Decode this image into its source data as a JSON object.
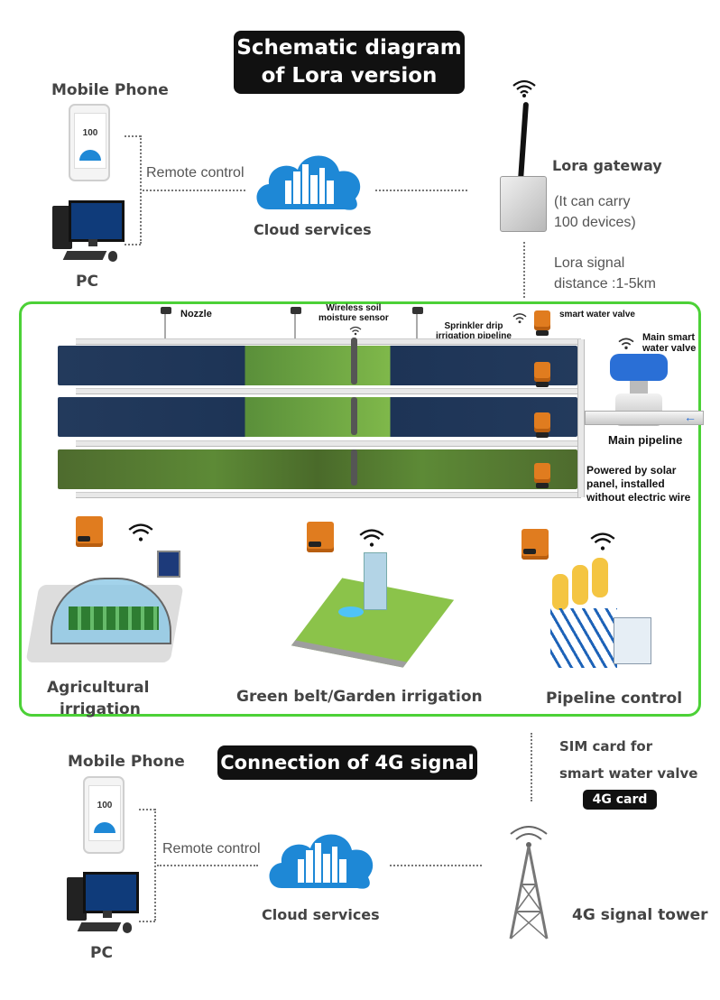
{
  "top": {
    "title_line1": "Schematic diagram",
    "title_line2": "of Lora version",
    "mobile_label": "Mobile Phone",
    "pc_label": "PC",
    "remote_control": "Remote control",
    "cloud_label": "Cloud services",
    "phone_screen_value": "100",
    "gateway_title": "Lora gateway",
    "gateway_note_line1": "(It can carry",
    "gateway_note_line2": "100 devices)",
    "signal_line1": "Lora signal",
    "signal_line2": "distance :1-5km"
  },
  "field": {
    "nozzle": "Nozzle",
    "sensor_line1": "Wireless soil",
    "sensor_line2": "moisture sensor",
    "pipeline_line1": "Sprinkler drip",
    "pipeline_line2": "irrigation pipeline",
    "smart_valve": "smart water valve",
    "main_valve_line1": "Main smart",
    "main_valve_line2": "water valve",
    "main_pipeline": "Main pipeline",
    "solar_line1": "Powered by solar",
    "solar_line2": "panel, installed",
    "solar_line3": "without electric wire",
    "app1_line1": "Agricultural",
    "app1_line2": "irrigation",
    "app2": "Green belt/Garden irrigation",
    "app3": "Pipeline control"
  },
  "bottom": {
    "sim_line1": "SIM card for",
    "sim_line2": "smart water valve",
    "card_badge": "4G card",
    "title": "Connection of 4G signal",
    "mobile_label": "Mobile Phone",
    "pc_label": "PC",
    "remote_control": "Remote control",
    "cloud_label": "Cloud services",
    "tower_label": "4G signal tower",
    "phone_screen_value": "100"
  },
  "colors": {
    "field_border": "#4cd137",
    "valve_orange": "#e07c1f",
    "cloud_blue": "#1e88d6",
    "title_bg": "#111111"
  }
}
